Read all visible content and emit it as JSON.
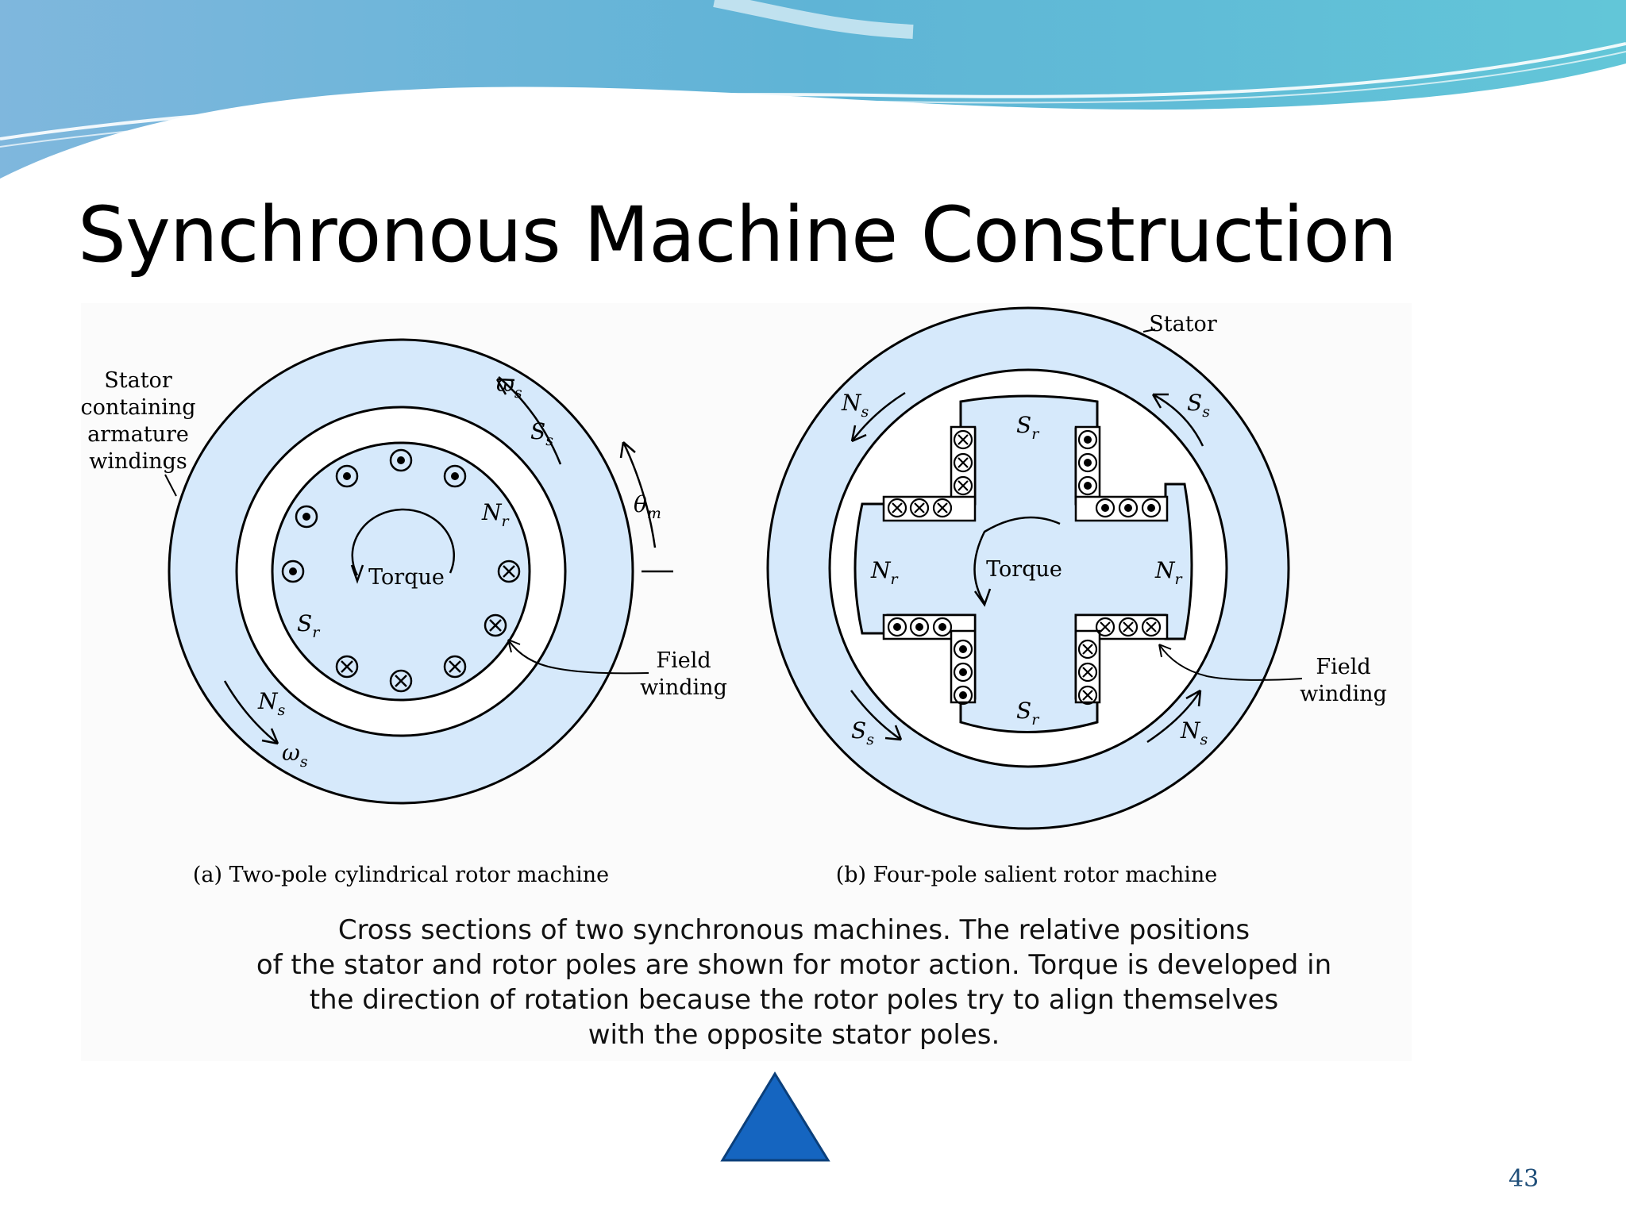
{
  "slide": {
    "title": "Synchronous Machine Construction",
    "page_number": "43",
    "caption_lines": [
      "Cross sections of two synchronous machines. The relative positions",
      "of the stator and rotor poles are shown for motor action. Torque is developed in",
      "the direction of rotation because the rotor poles try to align themselves",
      "with the opposite stator poles."
    ],
    "colors": {
      "fill_light_blue": "#d6e9fb",
      "header_wave": "#62c6d8",
      "nav_triangle": "#1565c0",
      "page_number": "#1f4e79"
    },
    "nav_icon": "up-triangle-icon"
  },
  "figure_a": {
    "stator_label": [
      "Stator",
      "containing",
      "armature",
      "windings"
    ],
    "omega": "ω",
    "omega_sub": "s",
    "S_s": "S",
    "s_sub": "s",
    "N_s": "N",
    "N_r": "N",
    "r_sub": "r",
    "S_r": "S",
    "theta": "θ",
    "theta_sub": "m",
    "torque": "Torque",
    "field_winding": [
      "Field",
      "winding"
    ],
    "caption": "(a) Two-pole cylindrical rotor machine"
  },
  "figure_b": {
    "stator": "Stator",
    "N_s": "N",
    "S_s": "S",
    "s_sub": "s",
    "S_r": "S",
    "N_r": "N",
    "r_sub": "r",
    "torque": "Torque",
    "field_winding": [
      "Field",
      "winding"
    ],
    "caption": "(b) Four-pole salient rotor machine"
  }
}
